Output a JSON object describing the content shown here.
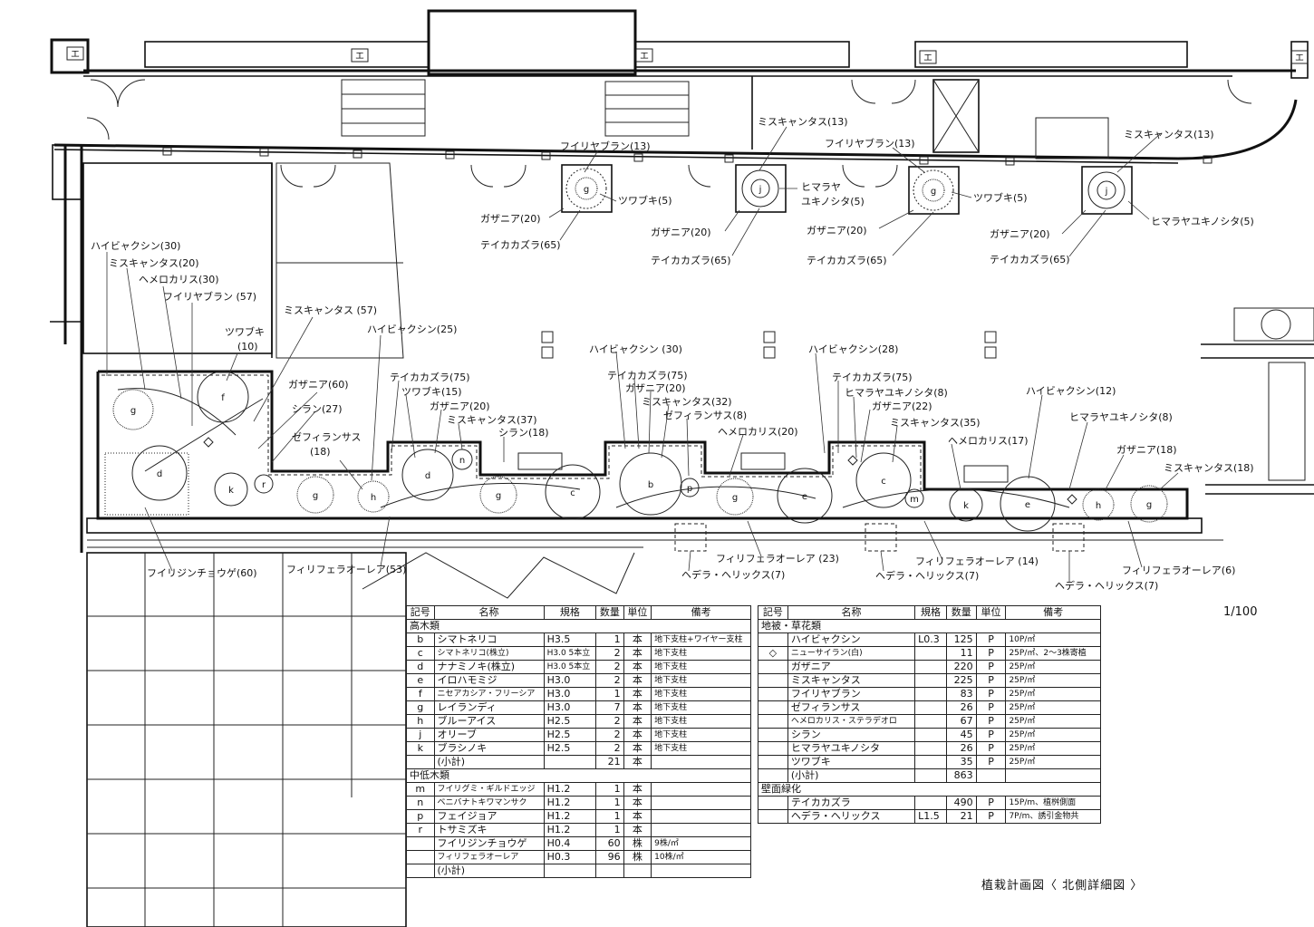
{
  "title": "植栽計画図〈 北側詳細図 〉",
  "scale": "1/100",
  "wall_markers": [
    "エ",
    "エ",
    "エ",
    "エ",
    "エ"
  ],
  "north_labels": [
    "フイリヤブラン(13)",
    "ツワブキ(5)",
    "ガザニア(20)",
    "テイカカズラ(65)",
    "ミスキャンタス(13)",
    "ヒマラヤ",
    "ユキノシタ(5)",
    "ガザニア(20)",
    "テイカカズラ(65)",
    "フイリヤブラン(13)",
    "ツワブキ(5)",
    "ガザニア(20)",
    "テイカカズラ(65)",
    "ミスキャンタス(13)",
    "ヒマラヤユキノシタ(5)",
    "ガザニア(20)",
    "テイカカズラ(65)"
  ],
  "bed_labels": [
    "ハイビャクシン(30)",
    "ミスキャンタス(20)",
    "ヘメロカリス(30)",
    "フイリヤブラン (57)",
    "ツワブキ",
    "(10)",
    "ミスキャンタス (57)",
    "ハイビャクシン(25)",
    "ガザニア(60)",
    "シラン(27)",
    "ゼフィランサス",
    "(18)",
    "テイカカズラ(75)",
    "ツワブキ(15)",
    "ガザニア(20)",
    "ミスキャンタス(37)",
    "シラン(18)",
    "ハイビャクシン (30)",
    "テイカカズラ(75)",
    "ガザニア(20)",
    "ミスキャンタス(32)",
    "ゼフィランサス(8)",
    "ヘメロカリス(20)",
    "ハイビャクシン(28)",
    "テイカカズラ(75)",
    "ヒマラヤユキノシタ(8)",
    "ガザニア(22)",
    "ミスキャンタス(35)",
    "ヘメロカリス(17)",
    "ハイビャクシン(12)",
    "ヒマラヤユキノシタ(8)",
    "ガザニア(18)",
    "ミスキャンタス(18)",
    "フイリジンチョウゲ(60)",
    "フィリフェラオーレア(53)",
    "フィリフェラオーレア (23)",
    "ヘデラ・ヘリックス(7)",
    "フィリフェラオーレア (14)",
    "ヘデラ・ヘリックス(7)",
    "フィリフェラオーレア(6)",
    "ヘデラ・ヘリックス(7)"
  ],
  "tree_tags": [
    "g",
    "j",
    "g",
    "j",
    "g",
    "f",
    "d",
    "k",
    "r",
    "g",
    "h",
    "d",
    "n",
    "g",
    "c",
    "b",
    "p",
    "g",
    "e",
    "c",
    "m",
    "k",
    "e",
    "h",
    "g"
  ],
  "table_left": {
    "headers": [
      "記号",
      "名称",
      "規格",
      "数量",
      "単位",
      "備考"
    ],
    "sections": [
      {
        "name": "高木類",
        "rows": [
          [
            "b",
            "シマトネリコ",
            "H3.5",
            "1",
            "本",
            "地下支柱+ワイヤー支柱"
          ],
          [
            "c",
            "シマトネリコ(株立)",
            "H3.0 5本立",
            "2",
            "本",
            "地下支柱"
          ],
          [
            "d",
            "ナナミノキ(株立)",
            "H3.0 5本立",
            "2",
            "本",
            "地下支柱"
          ],
          [
            "e",
            "イロハモミジ",
            "H3.0",
            "2",
            "本",
            "地下支柱"
          ],
          [
            "f",
            "ニセアカシア・フリーシア",
            "H3.0",
            "1",
            "本",
            "地下支柱"
          ],
          [
            "g",
            "レイランディ",
            "H3.0",
            "7",
            "本",
            "地下支柱"
          ],
          [
            "h",
            "ブルーアイス",
            "H2.5",
            "2",
            "本",
            "地下支柱"
          ],
          [
            "j",
            "オリーブ",
            "H2.5",
            "2",
            "本",
            "地下支柱"
          ],
          [
            "k",
            "ブラシノキ",
            "H2.5",
            "2",
            "本",
            "地下支柱"
          ],
          [
            "",
            "(小計)",
            "",
            "21",
            "本",
            ""
          ]
        ]
      },
      {
        "name": "中低木類",
        "rows": [
          [
            "m",
            "フイリグミ・ギルドエッジ",
            "H1.2",
            "1",
            "本",
            ""
          ],
          [
            "n",
            "ベニバナトキワマンサク",
            "H1.2",
            "1",
            "本",
            ""
          ],
          [
            "p",
            "フェイジョア",
            "H1.2",
            "1",
            "本",
            ""
          ],
          [
            "r",
            "トサミズキ",
            "H1.2",
            "1",
            "本",
            ""
          ],
          [
            "",
            "フイリジンチョウゲ",
            "H0.4",
            "60",
            "株",
            "9株/㎡"
          ],
          [
            "",
            "フィリフェラオーレア",
            "H0.3",
            "96",
            "株",
            "10株/㎡"
          ],
          [
            "",
            "(小計)",
            "",
            "",
            "",
            ""
          ]
        ]
      }
    ]
  },
  "table_right": {
    "headers": [
      "記号",
      "名称",
      "規格",
      "数量",
      "単位",
      "備考"
    ],
    "sections": [
      {
        "name": "地被・草花類",
        "rows": [
          [
            "",
            "ハイビャクシン",
            "L0.3",
            "125",
            "P",
            "10P/㎡"
          ],
          [
            "◇",
            "ニューサイラン(白)",
            "",
            "11",
            "P",
            "25P/㎡、2～3株寄植"
          ],
          [
            "",
            "ガザニア",
            "",
            "220",
            "P",
            "25P/㎡"
          ],
          [
            "",
            "ミスキャンタス",
            "",
            "225",
            "P",
            "25P/㎡"
          ],
          [
            "",
            "フイリヤブラン",
            "",
            "83",
            "P",
            "25P/㎡"
          ],
          [
            "",
            "ゼフィランサス",
            "",
            "26",
            "P",
            "25P/㎡"
          ],
          [
            "",
            "ヘメロカリス・ステラデオロ",
            "",
            "67",
            "P",
            "25P/㎡"
          ],
          [
            "",
            "シラン",
            "",
            "45",
            "P",
            "25P/㎡"
          ],
          [
            "",
            "ヒマラヤユキノシタ",
            "",
            "26",
            "P",
            "25P/㎡"
          ],
          [
            "",
            "ツワブキ",
            "",
            "35",
            "P",
            "25P/㎡"
          ],
          [
            "",
            "(小計)",
            "",
            "863",
            "",
            ""
          ]
        ]
      },
      {
        "name": "壁面緑化",
        "rows": [
          [
            "",
            "テイカカズラ",
            "",
            "490",
            "P",
            "15P/m、植桝側面"
          ],
          [
            "",
            "ヘデラ・ヘリックス",
            "L1.5",
            "21",
            "P",
            "7P/m、誘引金物共"
          ]
        ]
      }
    ]
  }
}
